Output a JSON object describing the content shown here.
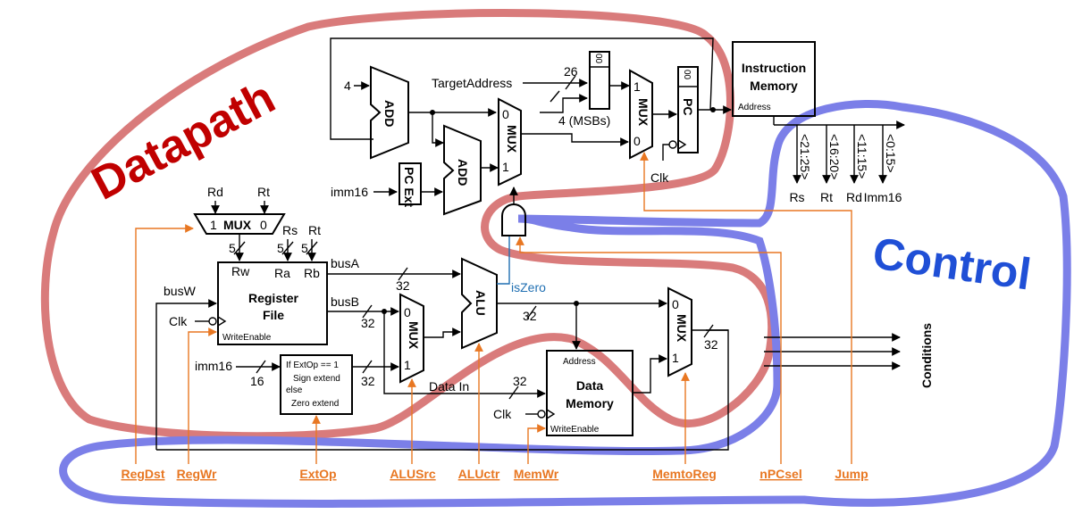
{
  "regions": {
    "datapath": "Datapath",
    "control": "Control",
    "datapath_color": "#c00000",
    "datapath_outline_color": "#d97b7b",
    "control_color": "#1f4fd6",
    "control_outline_color": "#7b7fe8"
  },
  "blocks": {
    "add1": "ADD",
    "add2": "ADD",
    "pcext": "PC Ext",
    "mux_top_mid": "MUX",
    "mux_top_right": "MUX",
    "pc": "PC",
    "pc_bits": "00",
    "concat_bits": "00",
    "imem_title": "Instruction Memory",
    "imem_addr": "Address",
    "mux_regdst": "MUX",
    "regfile_title": "Register File",
    "regfile_we": "WriteEnable",
    "mux_alusrc": "MUX",
    "alu": "ALU",
    "ext_text": [
      "If ExtOp == 1",
      "Sign extend",
      "else",
      "Zero extend"
    ],
    "dmem_title": "Data Memory",
    "dmem_addr": "Address",
    "dmem_we": "WriteEnable",
    "mux_memtoreg": "MUX"
  },
  "labels": {
    "four": "4",
    "target_address": "TargetAddress",
    "twenty_six": "26",
    "four_msbs": "4 (MSBs)",
    "imm16_top": "imm16",
    "clk_pc": "Clk",
    "rd": "Rd",
    "rt": "Rt",
    "rs": "Rs",
    "rt2": "Rt",
    "five_a": "5",
    "five_b": "5",
    "five_c": "5",
    "rw": "Rw",
    "ra": "Ra",
    "rb": "Rb",
    "busA": "busA",
    "busB": "busB",
    "busW": "busW",
    "clk_rf": "Clk",
    "thirty_two_a": "32",
    "thirty_two_b": "32",
    "thirty_two_c": "32",
    "thirty_two_d": "32",
    "thirty_two_e": "32",
    "thirty_two_f": "32",
    "imm16_bot": "imm16",
    "sixteen": "16",
    "is_zero": "isZero",
    "data_in": "Data In",
    "clk_dm": "Clk",
    "mux0": "0",
    "mux1": "1",
    "mux_regdst_1": "1",
    "mux_regdst_0": "0",
    "conditions": "Conditions"
  },
  "fields": [
    {
      "bits": "<21:25>",
      "name": "Rs"
    },
    {
      "bits": "<16:20>",
      "name": "Rt"
    },
    {
      "bits": "<11:15>",
      "name": "Rd"
    },
    {
      "bits": "<0:15>",
      "name": "Imm16"
    }
  ],
  "control_signals": [
    "RegDst",
    "RegWr",
    "ExtOp",
    "ALUSrc",
    "ALUctr",
    "MemWr",
    "MemtoReg",
    "nPCsel",
    "Jump"
  ],
  "colors": {
    "control_signal": "#e87722",
    "zero_wire": "#1f6fb2",
    "wire": "#000000"
  }
}
